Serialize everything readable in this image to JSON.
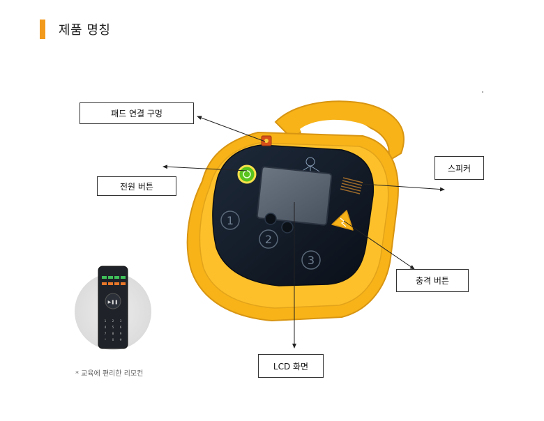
{
  "header": {
    "title": "제품 명칭"
  },
  "callouts": {
    "pad_port": "패드 연결 구멍",
    "power_button": "전원 버튼",
    "speaker": "스피커",
    "shock_button": "충격 버튼",
    "lcd_screen": "LCD 화면"
  },
  "device": {
    "buttons": [
      "1",
      "2",
      "3"
    ]
  },
  "remote": {
    "caption": "* 교육에 편리한 리모컨",
    "play_label": "▶❚❚",
    "keys": [
      "1",
      "2",
      "3",
      "4",
      "5",
      "6",
      "7",
      "8",
      "9",
      "*",
      "0",
      "#"
    ]
  },
  "colors": {
    "accent": "#f29a1c",
    "device_body": "#f7b318",
    "device_face": "#121a26",
    "power_green": "#5ac31e",
    "lcd": "#5a6470"
  }
}
